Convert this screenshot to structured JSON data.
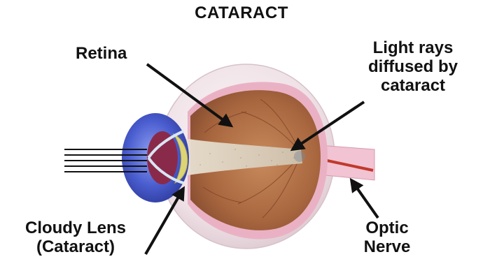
{
  "title": "CATARACT",
  "labels": {
    "retina": "Retina",
    "light_rays": [
      "Light rays",
      "diffused by",
      "cataract"
    ],
    "cloudy_lens": [
      "Cloudy Lens",
      "(Cataract)"
    ],
    "optic_nerve": [
      "Optic",
      "Nerve"
    ]
  },
  "colors": {
    "sclera": "#f2e6ea",
    "choroid": "#e8a9c0",
    "retina_interior": "#b07046",
    "cornea": "#4a5fc8",
    "iris": "#8a2a4a",
    "lens_cloudy": "#ded574",
    "light_beam": "#d9cdb8",
    "optic_vessel": "#c0392b",
    "arrow": "#111111"
  },
  "icons": [
    "arrow-retina",
    "arrow-light-rays",
    "arrow-cloudy-lens",
    "arrow-optic-nerve",
    "light-ray-lines"
  ]
}
